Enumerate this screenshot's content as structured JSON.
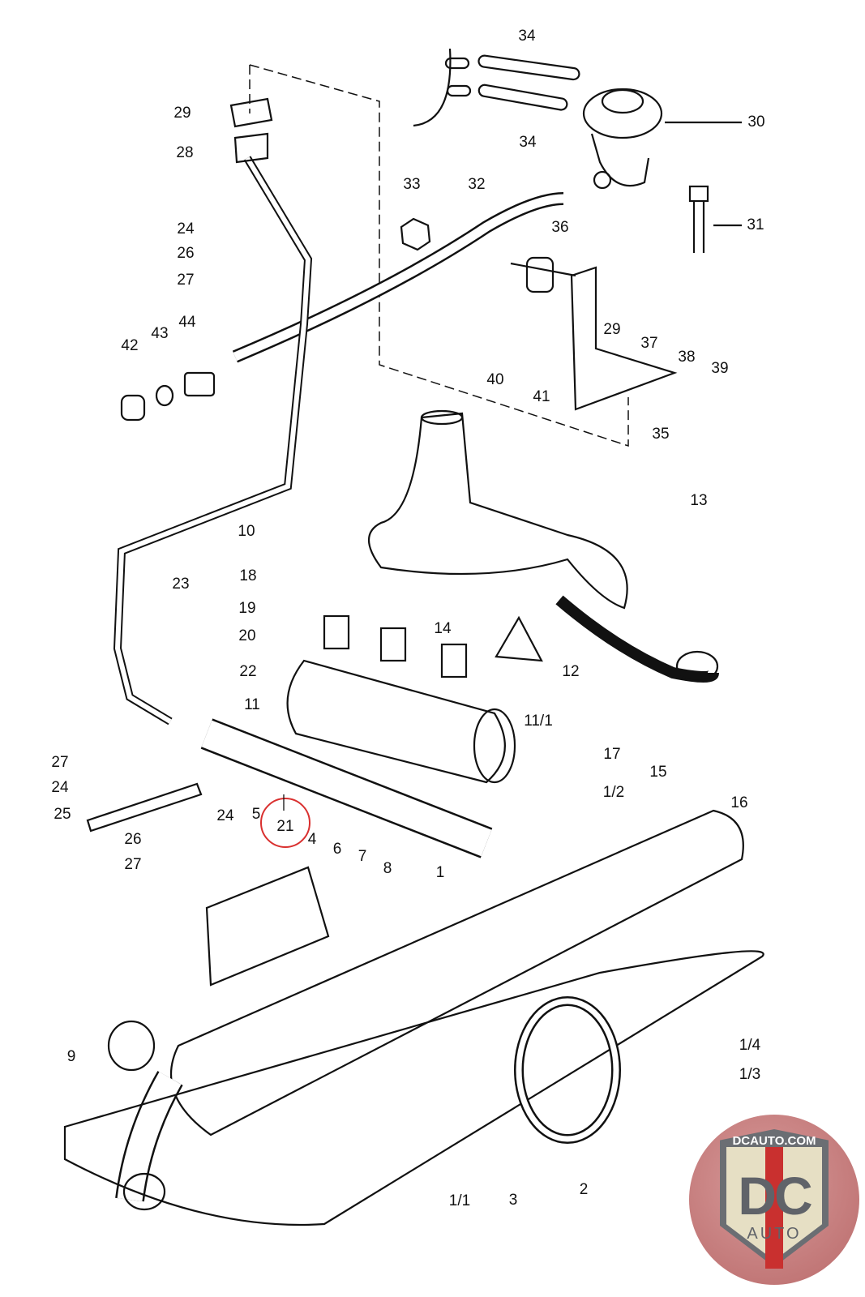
{
  "diagram": {
    "callouts": [
      "34",
      "34",
      "30",
      "29",
      "28",
      "33",
      "32",
      "36",
      "31",
      "24",
      "26",
      "27",
      "42",
      "43",
      "44",
      "29",
      "37",
      "38",
      "39",
      "40",
      "41",
      "35",
      "13",
      "10",
      "18",
      "23",
      "19",
      "14",
      "20",
      "12",
      "22",
      "11",
      "11/1",
      "17",
      "27",
      "15",
      "24",
      "1/2",
      "16",
      "25",
      "24",
      "5",
      "21",
      "4",
      "26",
      "6",
      "7",
      "8",
      "27",
      "1",
      "1/4",
      "9",
      "1/3",
      "3",
      "2",
      "1/1"
    ],
    "highlighted_callout": "21",
    "highlight_color": "#d9302f",
    "line_color": "#111111"
  },
  "watermark": {
    "url": "DCAUTO.COM",
    "brand": "DC",
    "sub": "AUTO",
    "colors": {
      "shield": "#6b6e73",
      "stripe": "#c9302f",
      "fill": "#e6dfc4",
      "background": "#c07878"
    }
  }
}
